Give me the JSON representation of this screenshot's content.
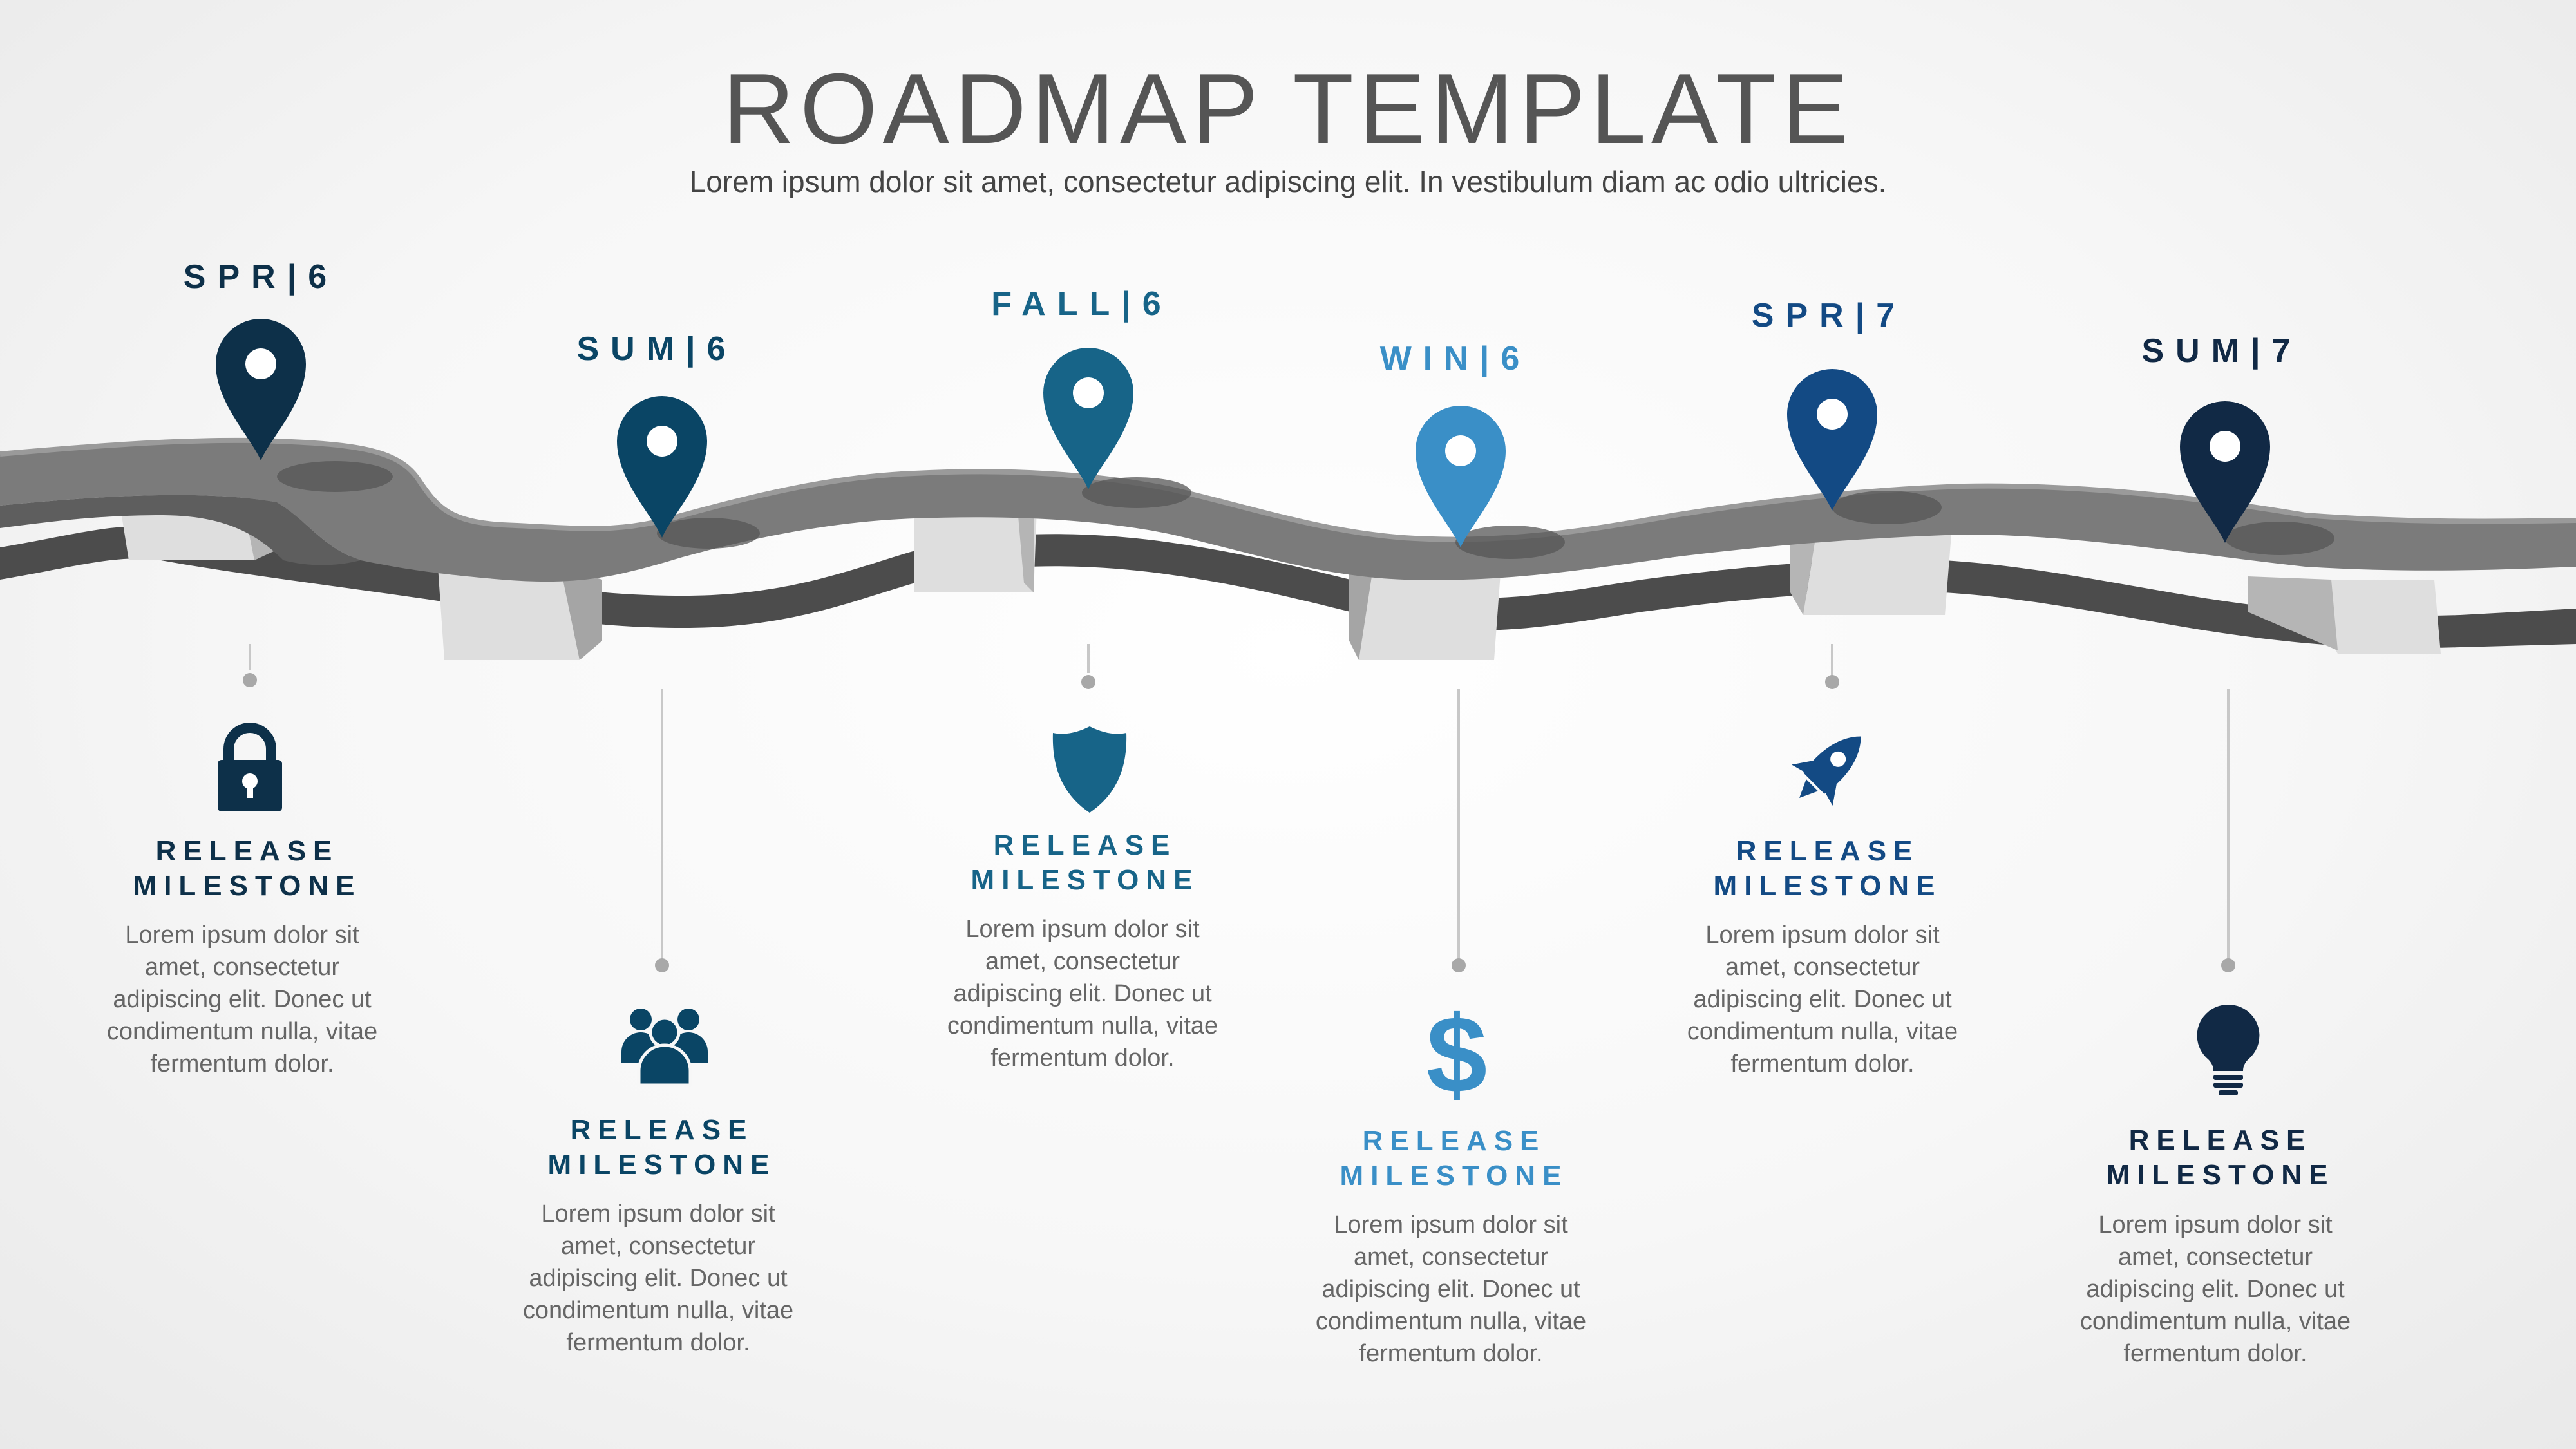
{
  "title": "ROADMAP TEMPLATE",
  "subtitle": "Lorem ipsum dolor sit amet, consectetur adipiscing elit. In vestibulum diam ac odio ultricies.",
  "milestones": [
    {
      "season": "SPR|6",
      "color": "#0d3049",
      "icon": "lock-icon",
      "title1": "RELEASE",
      "title2": "MILESTONE",
      "text": "Lorem ipsum dolor sit amet, consectetur adipiscing elit. Donec ut condimentum nulla, vitae fermentum dolor."
    },
    {
      "season": "SUM|6",
      "color": "#0a4565",
      "icon": "team-icon",
      "title1": "RELEASE",
      "title2": "MILESTONE",
      "text": "Lorem ipsum dolor sit amet, consectetur adipiscing elit. Donec ut condimentum nulla, vitae fermentum dolor."
    },
    {
      "season": "FALL|6",
      "color": "#176488",
      "icon": "shield-icon",
      "title1": "RELEASE",
      "title2": "MILESTONE",
      "text": "Lorem ipsum dolor sit amet, consectetur adipiscing elit. Donec ut condimentum nulla, vitae fermentum dolor."
    },
    {
      "season": "WIN|6",
      "color": "#3a8fc7",
      "icon": "dollar-icon",
      "title1": "RELEASE",
      "title2": "MILESTONE",
      "text": "Lorem ipsum dolor sit amet, consectetur adipiscing elit. Donec ut condimentum nulla, vitae fermentum dolor."
    },
    {
      "season": "SPR|7",
      "color": "#134a84",
      "icon": "rocket-icon",
      "title1": "RELEASE",
      "title2": "MILESTONE",
      "text": "Lorem ipsum dolor sit amet, consectetur adipiscing elit. Donec ut condimentum nulla, vitae fermentum dolor."
    },
    {
      "season": "SUM|7",
      "color": "#112945",
      "icon": "lightbulb-icon",
      "title1": "RELEASE",
      "title2": "MILESTONE",
      "text": "Lorem ipsum dolor sit amet, consectetur adipiscing elit. Donec ut condimentum nulla, vitae fermentum dolor."
    }
  ]
}
